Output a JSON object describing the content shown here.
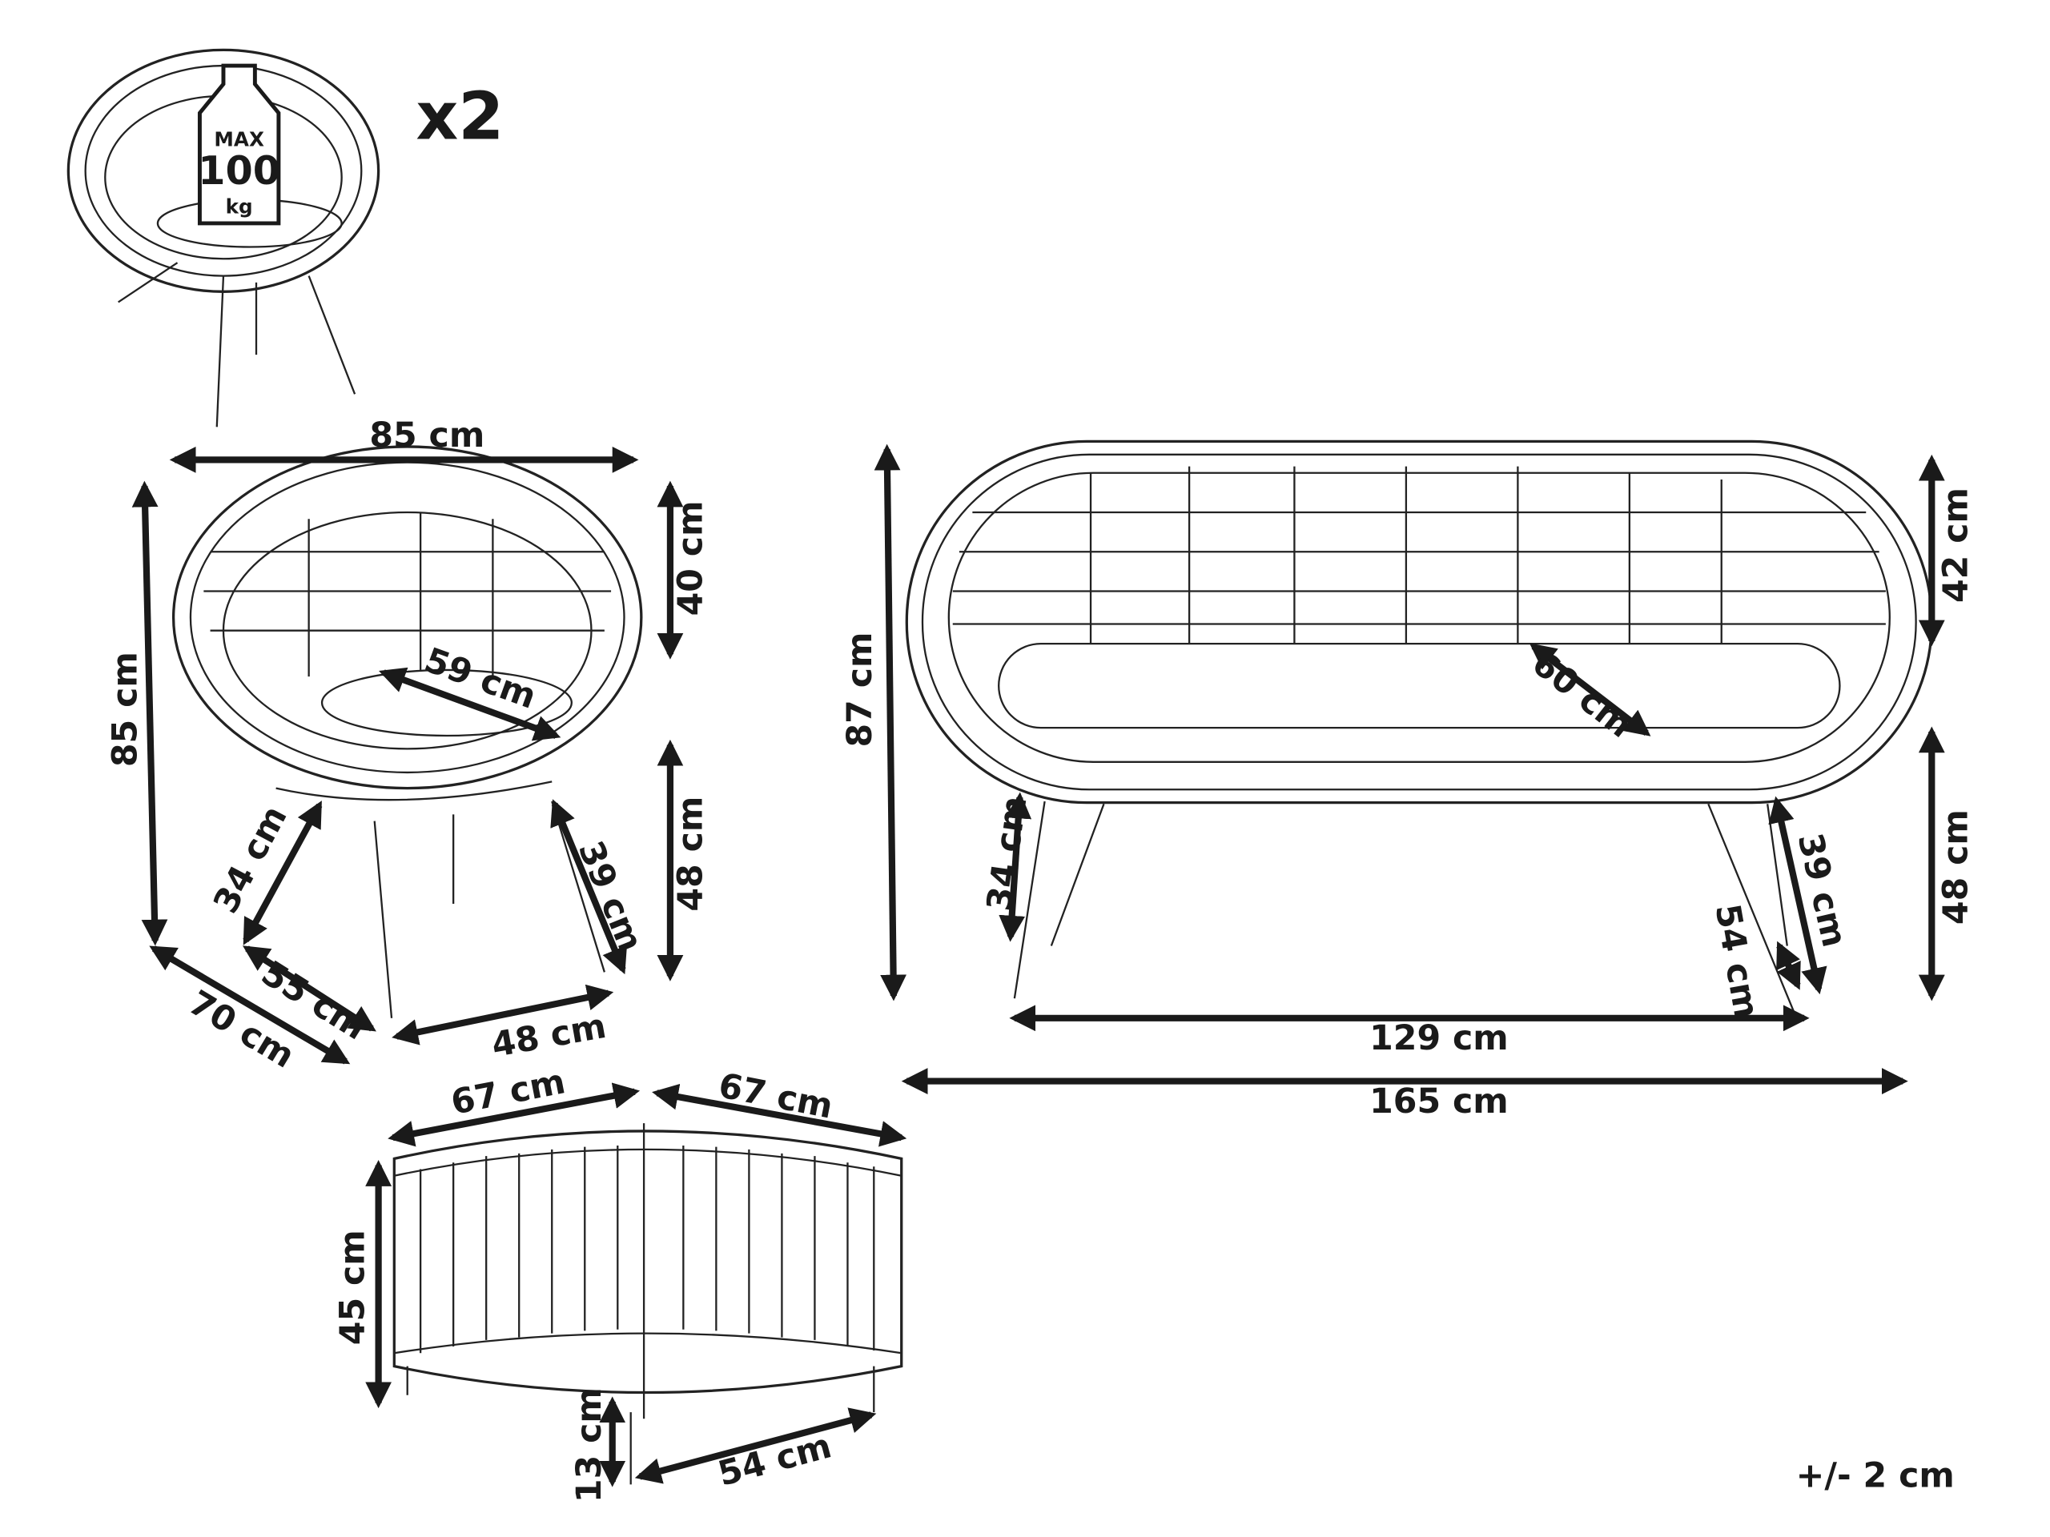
{
  "quantity_label": "x2",
  "weight_badge": {
    "line1": "MAX",
    "line2": "100",
    "line3": "kg"
  },
  "chair": {
    "width": "85 cm",
    "height": "85 cm",
    "back_height": "40 cm",
    "seat_height": "48 cm",
    "seat_width": "59 cm",
    "front_leg": "34 cm",
    "back_leg": "39 cm",
    "depth": "70 cm",
    "leg_span_diag": "55 cm",
    "leg_span": "48 cm"
  },
  "sofa": {
    "height": "87 cm",
    "back_height": "42 cm",
    "seat_height": "48 cm",
    "seat_depth": "60 cm",
    "front_leg": "34 cm",
    "back_leg": "39 cm",
    "leg_depth": "54 cm",
    "leg_span": "129 cm",
    "width": "165 cm"
  },
  "table": {
    "width": "67 cm",
    "depth": "67 cm",
    "height": "45 cm",
    "leg_height": "13 cm",
    "leg_span": "54 cm"
  },
  "tolerance": "+/- 2 cm"
}
